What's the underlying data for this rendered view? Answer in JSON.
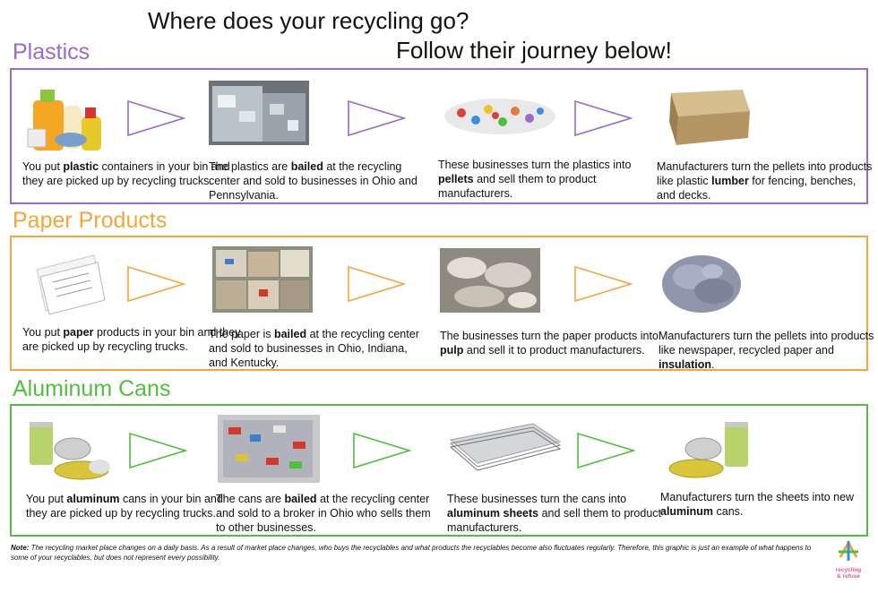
{
  "title": {
    "line1": "Where does your recycling go?",
    "line2": "Follow their journey below!"
  },
  "colors": {
    "plastics": "#9b69c9",
    "paper": "#f4a63a",
    "aluminum": "#4fbf3c"
  },
  "sections": {
    "plastics": {
      "title": "Plastics",
      "steps": [
        {
          "image": "plastic-containers-photo",
          "caption": [
            "You put ",
            "plastic",
            " containers in your bin and they are picked up by recycling trucks."
          ]
        },
        {
          "image": "plastic-bales-photo",
          "caption": [
            "The plastics are ",
            "bailed",
            " at the recycling center and sold to businesses in Ohio and Pennsylvania."
          ]
        },
        {
          "image": "plastic-pellets-photo",
          "caption": [
            "These businesses turn the plastics into ",
            "pellets",
            " and sell them to product manufacturers."
          ]
        },
        {
          "image": "plastic-lumber-photo",
          "caption": [
            "Manufacturers turn the pellets into products like plastic ",
            "lumber",
            " for fencing, benches, and decks."
          ]
        }
      ]
    },
    "paper": {
      "title": "Paper Products",
      "steps": [
        {
          "image": "paper-stack-photo",
          "caption": [
            "You put ",
            "paper",
            " products in your bin and they are picked up by recycling trucks."
          ]
        },
        {
          "image": "paper-bales-photo",
          "caption": [
            "The paper is ",
            "bailed",
            " at the recycling center and sold to businesses in Ohio, Indiana, and Kentucky."
          ]
        },
        {
          "image": "paper-pulp-photo",
          "caption": [
            "The businesses turn the paper products into ",
            "pulp",
            " and sell it to product manufacturers."
          ]
        },
        {
          "image": "insulation-photo",
          "caption": [
            "Manufacturers turn the pellets into products like newspaper, recycled paper and ",
            "insulation",
            "."
          ]
        }
      ]
    },
    "aluminum": {
      "title": "Aluminum Cans",
      "steps": [
        {
          "image": "aluminum-cans-photo",
          "caption": [
            "You put ",
            "aluminum",
            " cans in your bin and they are picked up by recycling trucks."
          ]
        },
        {
          "image": "can-bale-photo",
          "caption": [
            "The cans are ",
            "bailed",
            " at the recycling center and sold to a broker in Ohio who sells them to other businesses."
          ]
        },
        {
          "image": "aluminum-sheets-photo",
          "caption": [
            "These businesses turn the cans into ",
            "aluminum sheets",
            " and sell them to product manufacturers."
          ]
        },
        {
          "image": "new-cans-photo",
          "caption": [
            "Manufacturers turn the sheets into new ",
            "aluminum",
            " cans."
          ]
        }
      ]
    }
  },
  "note": {
    "label": "Note:",
    "text": " The recycling market place changes on a daily basis.  As a result of market place changes, who buys the recyclables and what products the recyclables become also fluctuates regularly. Therefore, this graphic is just an example of what happens to some of your recyclables, but does not represent every possibility."
  },
  "logo": {
    "line1": "recycling",
    "line2": "& refuse"
  }
}
